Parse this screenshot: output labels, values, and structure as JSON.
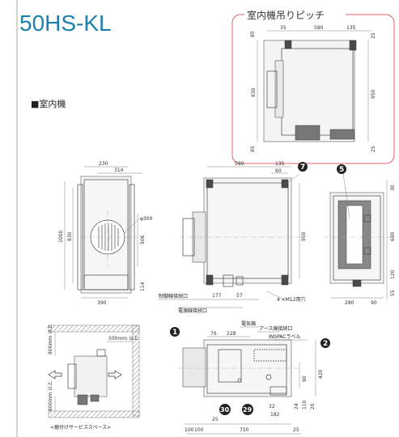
{
  "title": "50HS-KL",
  "section_label": "■室内機",
  "pitch_box": {
    "title": "室内機吊りピッチ",
    "dims": [
      "85",
      "35",
      "580",
      "135",
      "25",
      "830",
      "950",
      "85",
      "25"
    ],
    "border_color": "#e0606a"
  },
  "front_view": {
    "dims": [
      "230",
      "314",
      "φ300",
      "1000",
      "830",
      "506",
      "114",
      "390"
    ]
  },
  "side_view": {
    "dims": [
      "580",
      "135",
      "60",
      "950",
      "177",
      "57"
    ],
    "labels": {
      "control": "制御線接続口",
      "power": "電源線接続口",
      "bolt": "4 ×M12用穴"
    },
    "callout": "7"
  },
  "rear_view": {
    "dims": [
      "30",
      "680",
      "120",
      "55",
      "280",
      "90"
    ],
    "callout": "5"
  },
  "service_space": {
    "dims": [
      "800mm 以上",
      "500mm 以上",
      "800mm 以上"
    ],
    "caption": "<据付けサービススペース>"
  },
  "bottom_view": {
    "dims": [
      "76",
      "228",
      "90",
      "420",
      "32",
      "182",
      "24",
      "110",
      "20",
      "25",
      "100",
      "100",
      "750",
      "25"
    ],
    "labels": {
      "elec_box": "電気箱",
      "earth": "アース線接続口",
      "inspac": "INSPACラベル"
    },
    "callouts": [
      "1",
      "2",
      "30",
      "29"
    ]
  }
}
